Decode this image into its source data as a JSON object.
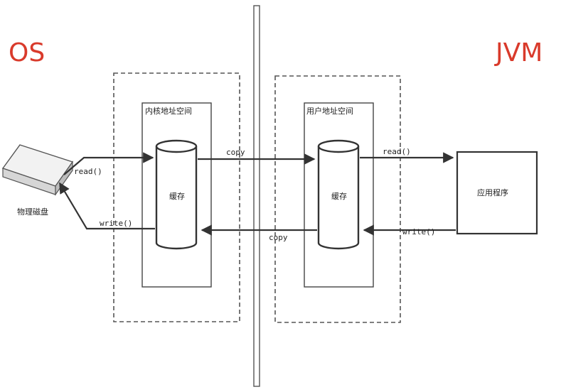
{
  "labels": {
    "os": "OS",
    "jvm": "JVM",
    "kernel_space": "内核地址空间",
    "user_space": "用户地址空间",
    "kernel_buffer": "缓存",
    "user_buffer": "缓存",
    "disk": "物理磁盘",
    "application": "应用程序"
  },
  "arrows": {
    "disk_read": "read()",
    "disk_write": "write()",
    "copy_to_user": "copy",
    "copy_to_kernel": "copy",
    "app_read": "read()",
    "app_write": "write()"
  },
  "colors": {
    "accent": "#d93a2b",
    "line": "#333333"
  }
}
